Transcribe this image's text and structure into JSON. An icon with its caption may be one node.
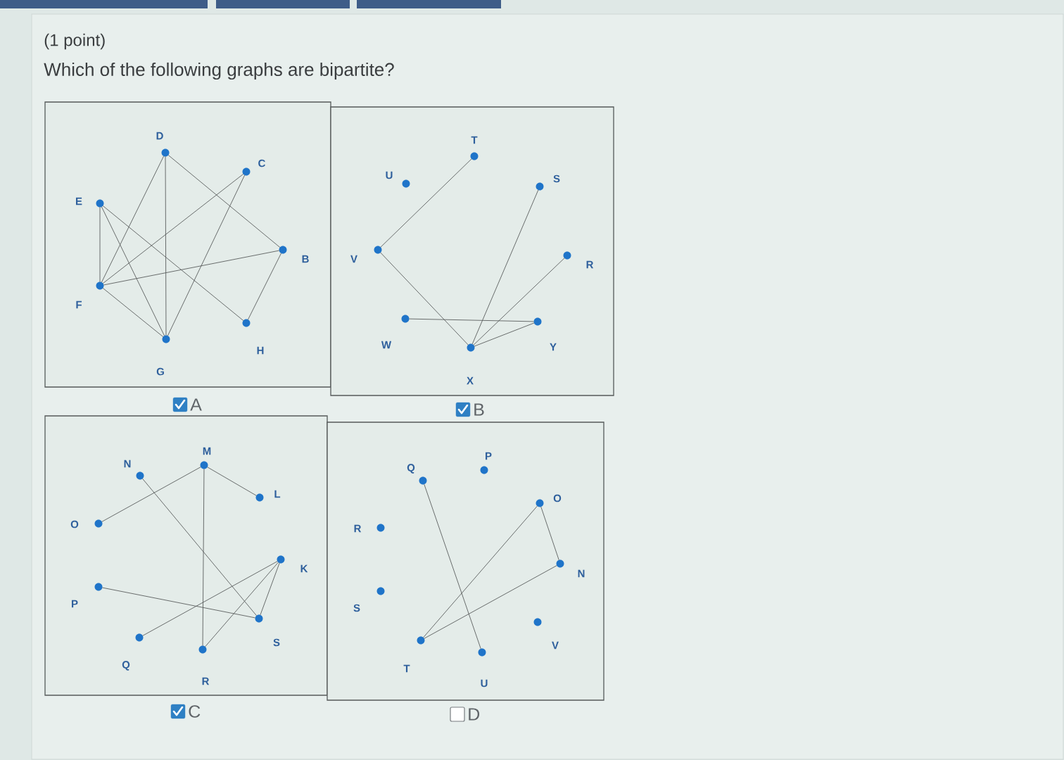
{
  "diagram": {
    "nodes": [
      {
        "text": [],
        "shape": "box",
        "beside": [
          "A"
        ]
      },
      {
        "text": [],
        "shape": "circle",
        "beside": [
          "D"
        ],
        "in": 0
      },
      {
        "text": [],
        "shape": "circle",
        "beside": [
          "C"
        ],
        "in": 0
      },
      {
        "text": [],
        "shape": "circle",
        "beside": [
          "E"
        ],
        "in": 0
      },
      {
        "text": [],
        "shape": "circle",
        "beside": [
          "B"
        ],
        "in": 0
      },
      {
        "text": [],
        "shape": "circle",
        "beside": [
          "F"
        ],
        "in": 0
      },
      {
        "text": [],
        "shape": "circle",
        "beside": [
          "H"
        ],
        "in": 0
      },
      {
        "text": [],
        "shape": "circle",
        "beside": [
          "G"
        ],
        "in": 0
      },
      {
        "text": [],
        "shape": "box",
        "beside": [
          "B"
        ]
      },
      {
        "text": [],
        "shape": "circle",
        "beside": [
          "T"
        ],
        "in": 8
      },
      {
        "text": [],
        "shape": "circle",
        "beside": [
          "U"
        ],
        "in": 8
      },
      {
        "text": [],
        "shape": "circle",
        "beside": [
          "S"
        ],
        "in": 8
      },
      {
        "text": [],
        "shape": "circle",
        "beside": [
          "V"
        ],
        "in": 8
      },
      {
        "text": [],
        "shape": "circle",
        "beside": [
          "R"
        ],
        "in": 8
      },
      {
        "text": [],
        "shape": "circle",
        "beside": [
          "W"
        ],
        "in": 8
      },
      {
        "text": [],
        "shape": "circle",
        "beside": [
          "Y"
        ],
        "in": 8
      },
      {
        "text": [],
        "shape": "circle",
        "beside": [
          "X"
        ],
        "in": 8
      },
      {
        "text": [],
        "shape": "box",
        "beside": [
          "C"
        ]
      },
      {
        "text": [],
        "shape": "circle",
        "beside": [
          "M"
        ],
        "in": 17
      },
      {
        "text": [],
        "shape": "circle",
        "beside": [
          "N"
        ],
        "in": 17
      },
      {
        "text": [],
        "shape": "circle",
        "beside": [
          "L"
        ],
        "in": 17
      },
      {
        "text": [],
        "shape": "circle",
        "beside": [
          "O"
        ],
        "in": 17
      },
      {
        "text": [],
        "shape": "circle",
        "beside": [
          "K"
        ],
        "in": 17
      },
      {
        "text": [],
        "shape": "circle",
        "beside": [
          "P"
        ],
        "in": 17
      },
      {
        "text": [],
        "shape": "circle",
        "beside": [
          "S"
        ],
        "in": 17
      },
      {
        "text": [],
        "shape": "circle",
        "beside": [
          "Q"
        ],
        "in": 17
      },
      {
        "text": [],
        "shape": "circle",
        "beside": [
          "R"
        ],
        "in": 17
      },
      {
        "text": [],
        "shape": "box",
        "beside": [
          "D"
        ]
      },
      {
        "text": [],
        "shape": "circle",
        "beside": [
          "P"
        ],
        "in": 27
      },
      {
        "text": [],
        "shape": "circle",
        "beside": [
          "Q"
        ],
        "in": 27
      },
      {
        "text": [],
        "shape": "circle",
        "beside": [
          "O"
        ],
        "in": 27
      },
      {
        "text": [],
        "shape": "circle",
        "beside": [
          "R"
        ],
        "in": 27
      },
      {
        "text": [],
        "shape": "circle",
        "beside": [
          "N"
        ],
        "in": 27
      },
      {
        "text": [],
        "shape": "circle",
        "beside": [
          "S"
        ],
        "in": 27
      },
      {
        "text": [],
        "shape": "circle",
        "beside": [
          "V"
        ],
        "in": 27
      },
      {
        "text": [],
        "shape": "circle",
        "beside": [
          "T"
        ],
        "in": 27
      },
      {
        "text": [],
        "shape": "circle",
        "beside": [
          "U"
        ],
        "in": 27
      }
    ],
    "edges": [
      {
        "from": 1,
        "to": 4,
        "arrow": "none"
      },
      {
        "from": 1,
        "to": 7,
        "arrow": "none"
      },
      {
        "from": 1,
        "to": 5,
        "arrow": "none"
      },
      {
        "from": 2,
        "to": 5,
        "arrow": "none"
      },
      {
        "from": 2,
        "to": 7,
        "arrow": "none"
      },
      {
        "from": 3,
        "to": 5,
        "arrow": "none"
      },
      {
        "from": 3,
        "to": 7,
        "arrow": "none"
      },
      {
        "from": 3,
        "to": 6,
        "arrow": "none"
      },
      {
        "from": 5,
        "to": 4,
        "arrow": "none"
      },
      {
        "from": 5,
        "to": 7,
        "arrow": "none"
      },
      {
        "from": 4,
        "to": 6,
        "arrow": "none"
      },
      {
        "from": 9,
        "to": 12,
        "arrow": "none"
      },
      {
        "from": 12,
        "to": 16,
        "arrow": "none"
      },
      {
        "from": 11,
        "to": 16,
        "arrow": "none"
      },
      {
        "from": 13,
        "to": 16,
        "arrow": "none"
      },
      {
        "from": 14,
        "to": 15,
        "arrow": "none"
      },
      {
        "from": 15,
        "to": 16,
        "arrow": "none"
      },
      {
        "from": 18,
        "to": 21,
        "arrow": "none"
      },
      {
        "from": 18,
        "to": 20,
        "arrow": "none"
      },
      {
        "from": 18,
        "to": 26,
        "arrow": "none"
      },
      {
        "from": 19,
        "to": 24,
        "arrow": "none"
      },
      {
        "from": 22,
        "to": 25,
        "arrow": "none"
      },
      {
        "from": 22,
        "to": 26,
        "arrow": "none"
      },
      {
        "from": 22,
        "to": 24,
        "arrow": "none"
      },
      {
        "from": 23,
        "to": 24,
        "arrow": "none"
      },
      {
        "from": 29,
        "to": 36,
        "arrow": "none"
      },
      {
        "from": 30,
        "to": 35,
        "arrow": "none"
      },
      {
        "from": 30,
        "to": 32,
        "arrow": "none"
      },
      {
        "from": 32,
        "to": 35,
        "arrow": "none"
      }
    ],
    "labels": [
      "(1 point)",
      "Which of the following graphs are bipartite?"
    ]
  }
}
